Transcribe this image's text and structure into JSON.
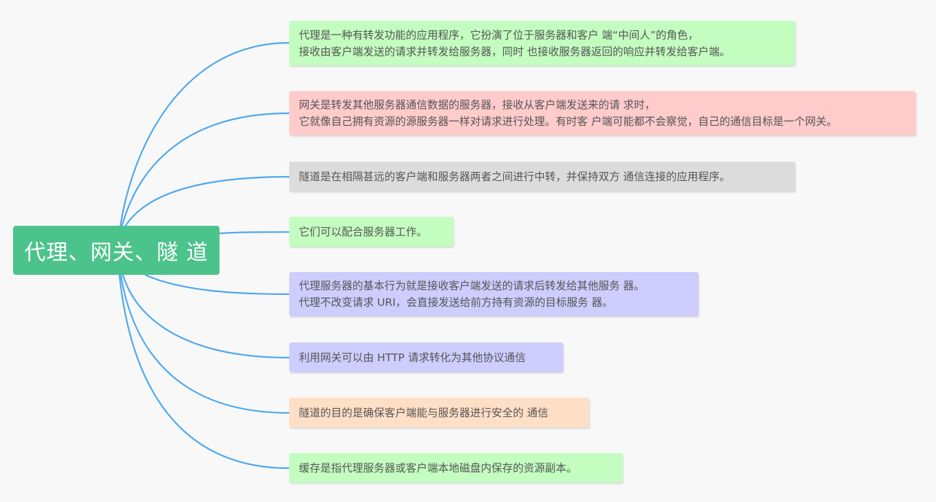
{
  "root": {
    "label": "代理、网关、隧 道",
    "color": "#4cc38b"
  },
  "link_color": "#4aa8f0",
  "nodes": [
    {
      "lines": [
        "代理是一种有转发功能的应用程序，它扮演了位于服务器和客户 端“中间人”的角色，",
        "接收由客户端发送的请求并转发给服务器，同时 也接收服务器返回的响应并转发给客户端。"
      ],
      "color": "#c3fec0"
    },
    {
      "lines": [
        "网关是转发其他服务器通信数据的服务器，接收从客户端发送来的请 求时，",
        "它就像自己拥有资源的源服务器一样对请求进行处理。有时客 户端可能都不会察觉，自己的通信目标是一个网关。"
      ],
      "color": "#ffcbcb"
    },
    {
      "lines": [
        "隧道是在相隔甚远的客户端和服务器两者之间进行中转，并保持双方 通信连接的应用程序。"
      ],
      "color": "#dcdcdc"
    },
    {
      "lines": [
        "它们可以配合服务器工作。"
      ],
      "color": "#c3fec0"
    },
    {
      "lines": [
        "代理服务器的基本行为就是接收客户端发送的请求后转发给其他服务 器。",
        "代理不改变请求 URI，会直接发送给前方持有资源的目标服务 器。"
      ],
      "color": "#cdcdfe"
    },
    {
      "lines": [
        "利用网关可以由 HTTP 请求转化为其他协议通信"
      ],
      "color": "#cdcdfe"
    },
    {
      "lines": [
        "隧道的目的是确保客户端能与服务器进行安全的 通信"
      ],
      "color": "#ffdfc5"
    },
    {
      "lines": [
        "缓存是指代理服务器或客户端本地磁盘内保存的资源副本。"
      ],
      "color": "#c3fec0"
    }
  ]
}
